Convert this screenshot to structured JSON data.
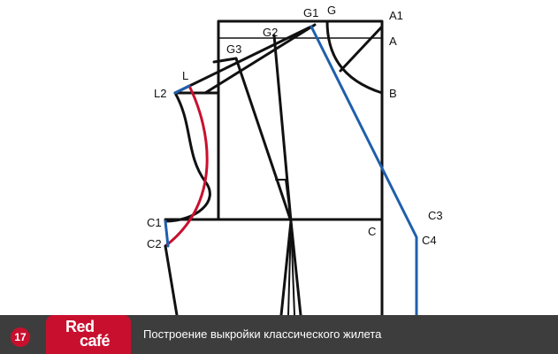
{
  "colors": {
    "outline": "#111111",
    "red_curve": "#c8102e",
    "blue_line": "#1f5fad",
    "footer_bg": "#3d3d3d",
    "logo_bg": "#c8102e"
  },
  "labels": {
    "G1": "G1",
    "G": "G",
    "A1": "A1",
    "G2": "G2",
    "A": "A",
    "G3": "G3",
    "L": "L",
    "L2": "L2",
    "B": "B",
    "C3": "C3",
    "C1": "C1",
    "C": "C",
    "C4": "C4",
    "C2": "C2"
  },
  "footer": {
    "slide_number": "17",
    "logo_line1": "Red",
    "logo_line2": "café",
    "caption": "Построение выкройки классического жилета"
  }
}
